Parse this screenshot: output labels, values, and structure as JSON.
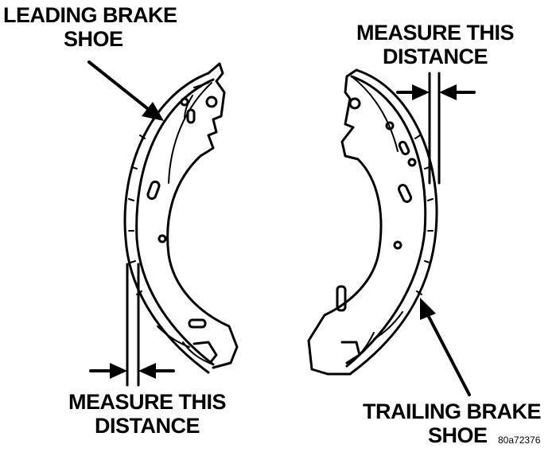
{
  "labels": {
    "leading_line1": "LEADING BRAKE",
    "leading_line2": "SHOE",
    "measure_top_line1": "MEASURE THIS",
    "measure_top_line2": "DISTANCE",
    "measure_bottom_line1": "MEASURE THIS",
    "measure_bottom_line2": "DISTANCE",
    "trailing_line1": "TRAILING BRAKE",
    "trailing_line2": "SHOE"
  },
  "figure_code": "80a72376"
}
